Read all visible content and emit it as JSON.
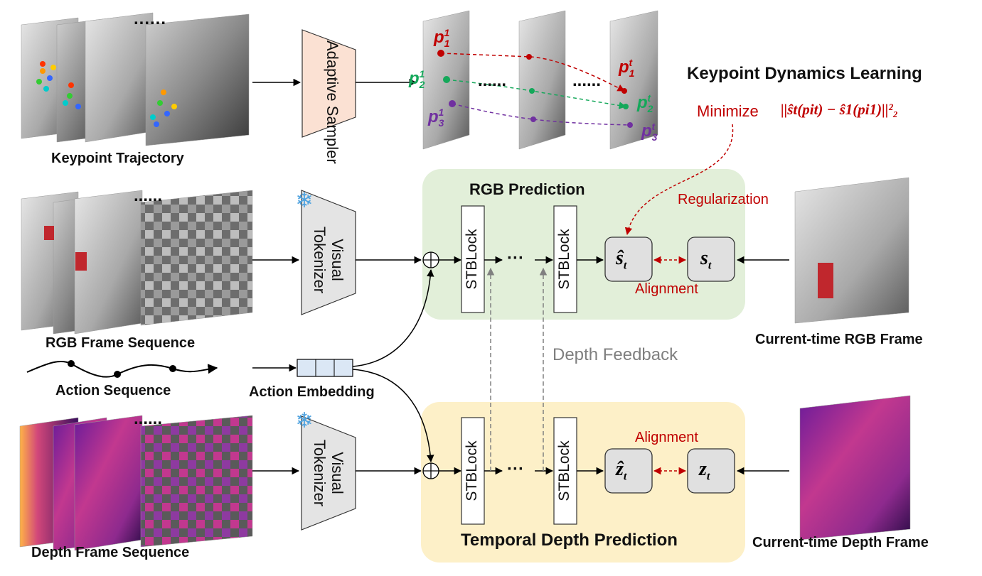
{
  "labels": {
    "keypoint_trajectory": "Keypoint Trajectory",
    "rgb_frame_sequence": "RGB Frame Sequence",
    "action_sequence": "Action Sequence",
    "action_embedding": "Action Embedding",
    "depth_frame_sequence": "Depth Frame Sequence",
    "current_rgb": "Current-time RGB Frame",
    "current_depth": "Current-time Depth Frame",
    "keypoint_dynamics": "Keypoint Dynamics Learning",
    "minimize": "Minimize",
    "minimize_formula": "||ŝt(pit) − ŝ1(pi1)||²₂",
    "regularization": "Regularization",
    "alignment_rgb": "Alignment",
    "alignment_depth": "Alignment",
    "depth_feedback": "Depth Feedback",
    "rgb_prediction": "RGB Prediction",
    "temporal_depth_prediction": "Temporal Depth Prediction",
    "adaptive_sampler": "Adaptive Sampler",
    "visual_tokenizer_rgb": "Visual Tokenizer",
    "visual_tokenizer_depth": "Visual Tokenizer",
    "stblock": "STBLock",
    "dots": "......",
    "ellipsis": "···",
    "oplus": "⊕",
    "snowflake": "❄"
  },
  "keypoints": {
    "p1_1": {
      "base": "p",
      "sub": "1",
      "sup": "1"
    },
    "p2_1": {
      "base": "p",
      "sub": "2",
      "sup": "1"
    },
    "p3_1": {
      "base": "p",
      "sub": "3",
      "sup": "1"
    },
    "p1_t": {
      "base": "p",
      "sub": "1",
      "sup": "t"
    },
    "p2_t": {
      "base": "p",
      "sub": "2",
      "sup": "t"
    },
    "p3_t": {
      "base": "p",
      "sub": "3",
      "sup": "t"
    }
  },
  "states": {
    "s_hat": {
      "base": "ŝ",
      "sub": "t"
    },
    "s": {
      "base": "s",
      "sub": "t"
    },
    "z_hat": {
      "base": "ẑ",
      "sub": "t"
    },
    "z": {
      "base": "z",
      "sub": "t"
    }
  },
  "colors": {
    "red": "#c00000",
    "green": "#14a85a",
    "purple": "#7030a0",
    "rgb_panel": "#e2efd9",
    "depth_panel": "#fdf0c8",
    "sampler_fill": "#fbe1d3",
    "tokenizer_fill": "#e4e4e4",
    "embed_fill": "#dbe7f5"
  }
}
